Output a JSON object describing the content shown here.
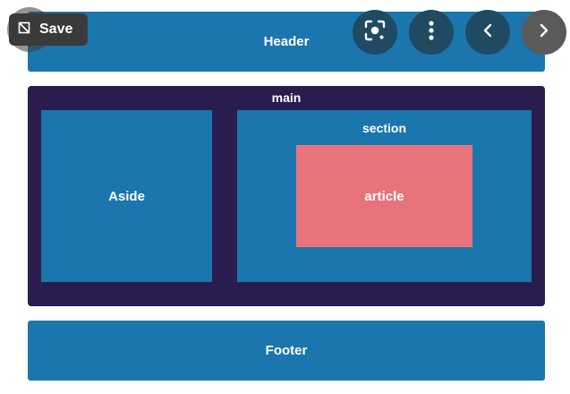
{
  "colors": {
    "block": "#1a76ad",
    "main": "#2a1c4e",
    "article": "#e8737a",
    "overlay_dark": "#1f4a62",
    "overlay_grey": "#5a5a5a"
  },
  "diagram": {
    "header": "Header",
    "main": "main",
    "aside": "Aside",
    "section": "section",
    "article": "article",
    "footer": "Footer"
  },
  "toolbar": {
    "save_label": "Save",
    "icons": [
      "bookmark-off-icon",
      "lens-icon",
      "more-vertical-icon",
      "chevron-left-icon",
      "chevron-right-icon"
    ]
  }
}
